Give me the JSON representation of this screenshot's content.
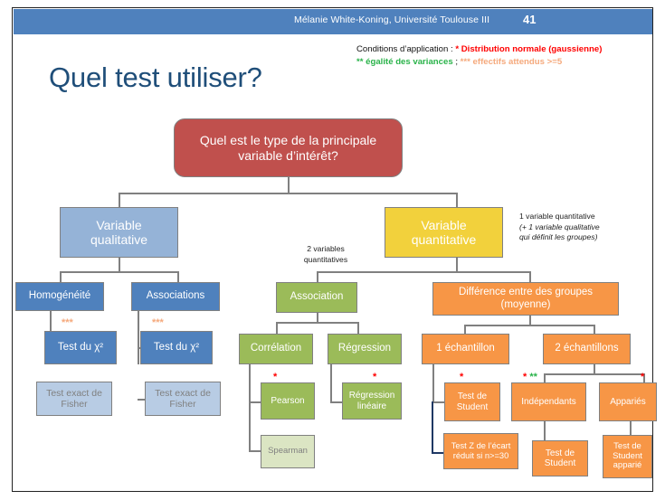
{
  "header": {
    "author": "Mélanie White-Koning, Université Toulouse III",
    "page_number": "41",
    "band_color": "#4f81bd"
  },
  "conditions": {
    "prefix": "Conditions d’application : ",
    "star1": "*",
    "item1": " Distribution normale (gaussienne)",
    "star2": "**",
    "item2": " égalité des variances",
    "separator": " ; ",
    "star3": "***",
    "item3": " effectifs attendus >=5",
    "colors": {
      "red": "#ff0000",
      "green": "#2ab34a",
      "peach": "#f5a97c"
    }
  },
  "title": "Quel test utiliser?",
  "notes": {
    "two_vars_line1": "2 variables",
    "two_vars_line2": "quantitatives",
    "one_var_line1": "1 variable quantitative",
    "one_var_line2": "(+ 1 variable qualitative",
    "one_var_line3": "qui définit les groupes)"
  },
  "nodes": {
    "root": {
      "line1": "Quel est le type de la principale",
      "line2": "variable d’intérêt?",
      "color": "#c0504d"
    },
    "qualitative": {
      "line1": "Variable",
      "line2": "qualitative",
      "color": "#95b3d7"
    },
    "quantitative": {
      "line1": "Variable",
      "line2": "quantitative",
      "color": "#f2d13c"
    },
    "homogeneite": {
      "label": "Homogénéité",
      "color": "#4f81bd"
    },
    "associations": {
      "label": "Associations",
      "color": "#4f81bd"
    },
    "association": {
      "label": "Association",
      "color": "#9bbb59"
    },
    "difference": {
      "line1": "Différence entre des groupes",
      "line2": "(moyenne)",
      "color": "#f79646"
    },
    "chi2_left": {
      "label": "Test du χ²",
      "color": "#4f81bd"
    },
    "chi2_right": {
      "label": "Test du χ²",
      "color": "#4f81bd"
    },
    "fisher_left": {
      "line1": "Test exact de",
      "line2": "Fisher",
      "color": "#b8cce4"
    },
    "fisher_right": {
      "line1": "Test exact de",
      "line2": "Fisher",
      "color": "#b8cce4"
    },
    "correlation": {
      "label": "Corrélation",
      "color": "#9bbb59"
    },
    "regression": {
      "label": "Régression",
      "color": "#9bbb59"
    },
    "pearson": {
      "label": "Pearson",
      "color": "#9bbb59"
    },
    "reg_lineaire": {
      "line1": "Régression",
      "line2": "linéaire",
      "color": "#9bbb59"
    },
    "spearman": {
      "label": "Spearman",
      "color": "#dbe5c3"
    },
    "un_echantillon": {
      "label": "1 échantillon",
      "color": "#f79646"
    },
    "deux_echantillons": {
      "label": "2 échantillons",
      "color": "#f79646"
    },
    "test_student_1": {
      "line1": "Test de",
      "line2": "Student",
      "color": "#f79646"
    },
    "independants": {
      "label": "Indépendants",
      "color": "#f79646"
    },
    "apparies": {
      "label": "Appariés",
      "color": "#f79646"
    },
    "test_z": {
      "line1": "Test Z de l’écart",
      "line2": "réduit si n>=30",
      "color": "#f79646"
    },
    "test_student_2": {
      "line1": "Test de",
      "line2": "Student",
      "color": "#f79646"
    },
    "test_student_apparie": {
      "line1": "Test de",
      "line2": "Student",
      "line3": "apparié",
      "color": "#f79646"
    }
  },
  "markers": {
    "triple_peach": "***",
    "single_red": "*",
    "red_then_green": {
      "red": "*",
      "green": "**"
    }
  }
}
